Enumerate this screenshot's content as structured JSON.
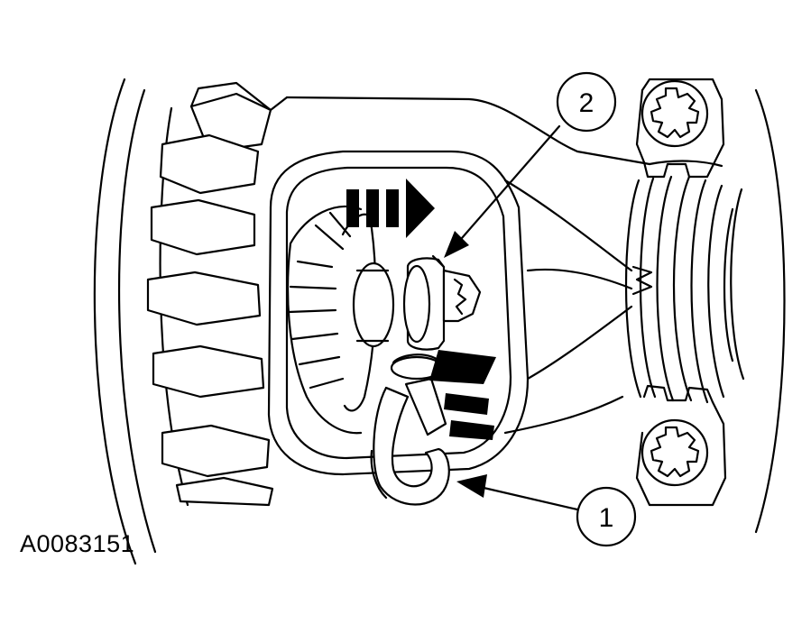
{
  "figure_id": "A0083151",
  "callouts": [
    {
      "number": "1"
    },
    {
      "number": "2"
    }
  ],
  "colors": {
    "ink": "#000000",
    "paper": "#ffffff"
  }
}
